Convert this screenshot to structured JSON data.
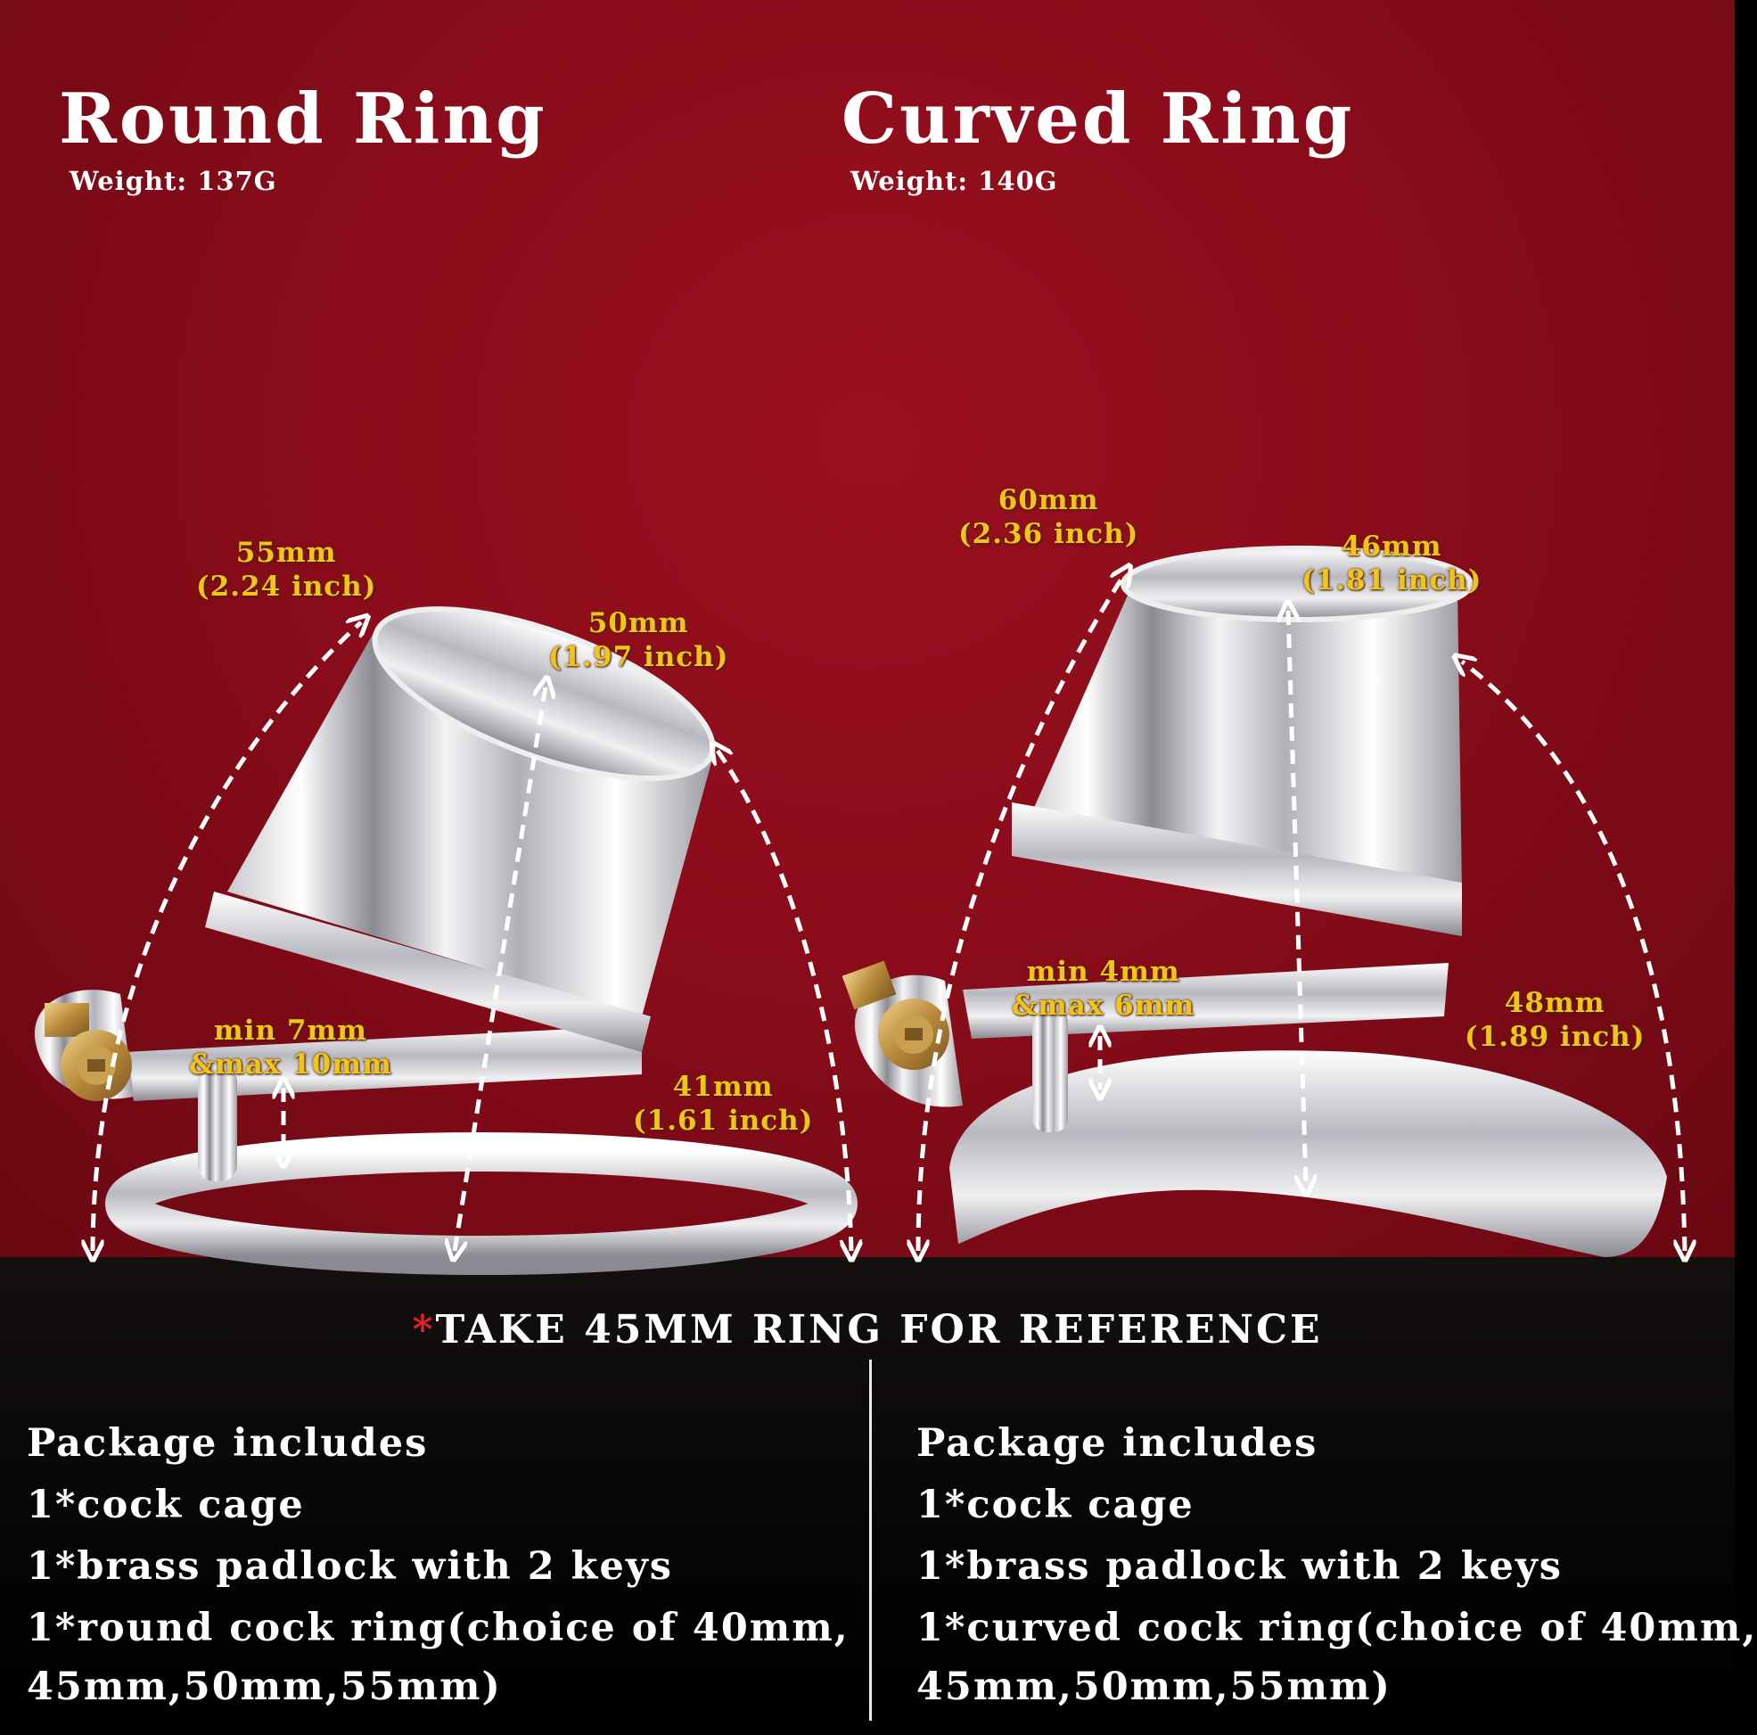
{
  "left": {
    "title": "Round Ring",
    "weight": "Weight:  137G",
    "dimensions": {
      "length": [
        "55mm",
        "(2.24 inch)"
      ],
      "depth": [
        "50mm",
        "(1.97 inch)"
      ],
      "front": [
        "41mm",
        "(1.61 inch)"
      ],
      "gap": [
        "min 7mm",
        "&max 10mm"
      ]
    },
    "package": {
      "heading": "Package includes",
      "items": [
        "1*cock cage",
        "1*brass padlock with 2 keys",
        "1*round cock ring(choice of 40mm,",
        "45mm,50mm,55mm)"
      ]
    }
  },
  "right": {
    "title": "Curved Ring",
    "weight": "Weight:  140G",
    "dimensions": {
      "length": [
        "60mm",
        "(2.36 inch)"
      ],
      "depth": [
        "46mm",
        "(1.81 inch)"
      ],
      "front": [
        "48mm",
        "(1.89 inch)"
      ],
      "gap": [
        "min 4mm",
        "&max 6mm"
      ]
    },
    "package": {
      "heading": "Package includes",
      "items": [
        "1*cock cage",
        "1*brass padlock with 2 keys",
        "1*curved cock ring(choice of 40mm,",
        "45mm,50mm,55mm)"
      ]
    }
  },
  "reference": {
    "star": "*",
    "text": "TAKE 45MM RING FOR REFERENCE"
  },
  "colors": {
    "background": "#8a0c1a",
    "dimension_text": "#f0c419",
    "footer": "#000000",
    "accent": "#e0202a"
  }
}
